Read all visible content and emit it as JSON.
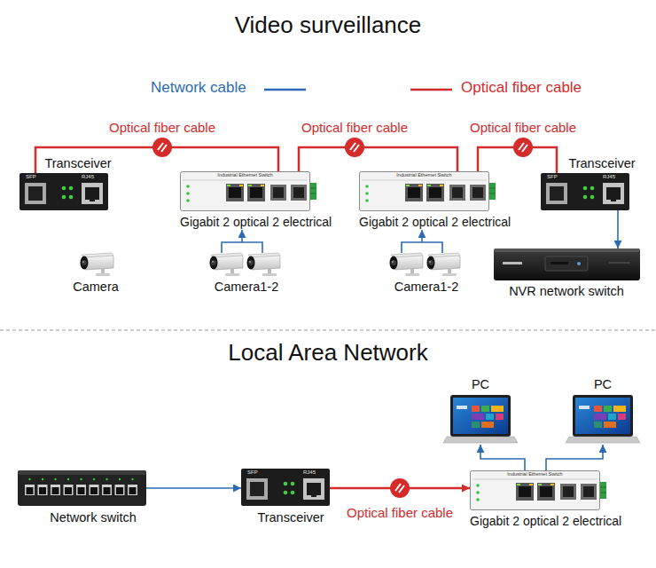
{
  "diagram": {
    "title": "Video surveillance",
    "nodes": [
      {
        "text": [
          "Transceiver",
          "SFP",
          "RJ45"
        ]
      },
      {
        "text": [
          "Industrial Ethernet Switch",
          "Gigabit 2 optical 2 electrical"
        ]
      },
      {
        "text": [
          "Industrial Ethernet Switch",
          "Gigabit 2 optical 2 electrical"
        ]
      },
      {
        "text": [
          "Transceiver",
          "SFP",
          "RJ45"
        ]
      },
      {
        "text": [
          "Camera"
        ]
      },
      {
        "text": [
          "Camera1-2"
        ]
      },
      {
        "text": [
          "Camera1-2"
        ]
      },
      {
        "text": [
          "NVR network switch"
        ]
      },
      {
        "text": [
          "PC"
        ]
      },
      {
        "text": [
          "PC"
        ]
      },
      {
        "text": [
          "Network switch"
        ]
      },
      {
        "text": [
          "Transceiver",
          "SFP",
          "RJ45"
        ]
      },
      {
        "text": [
          "Industrial Ethernet Switch",
          "Gigabit 2 optical 2 electrical"
        ]
      }
    ],
    "edges": [
      {
        "from": 0,
        "to": 1,
        "arrow": "none",
        "label": "Optical fiber cable"
      },
      {
        "from": 1,
        "to": 2,
        "arrow": "none",
        "label": "Optical fiber cable"
      },
      {
        "from": 2,
        "to": 3,
        "arrow": "none",
        "label": "Optical fiber cable"
      },
      {
        "from": 5,
        "to": 1,
        "arrow": "to"
      },
      {
        "from": 6,
        "to": 2,
        "arrow": "to"
      },
      {
        "from": 3,
        "to": 7,
        "arrow": "to"
      },
      {
        "from": 10,
        "to": 11,
        "arrow": "to"
      },
      {
        "from": 11,
        "to": 12,
        "arrow": "to",
        "label": "Optical fiber cable"
      },
      {
        "from": 12,
        "to": 8,
        "arrow": "to"
      },
      {
        "from": 12,
        "to": 9,
        "arrow": "to"
      }
    ],
    "labels": [
      "Local Area Network"
    ],
    "legend": [
      {
        "text": "Network cable"
      },
      {
        "text": "Optical fiber cable"
      }
    ]
  }
}
